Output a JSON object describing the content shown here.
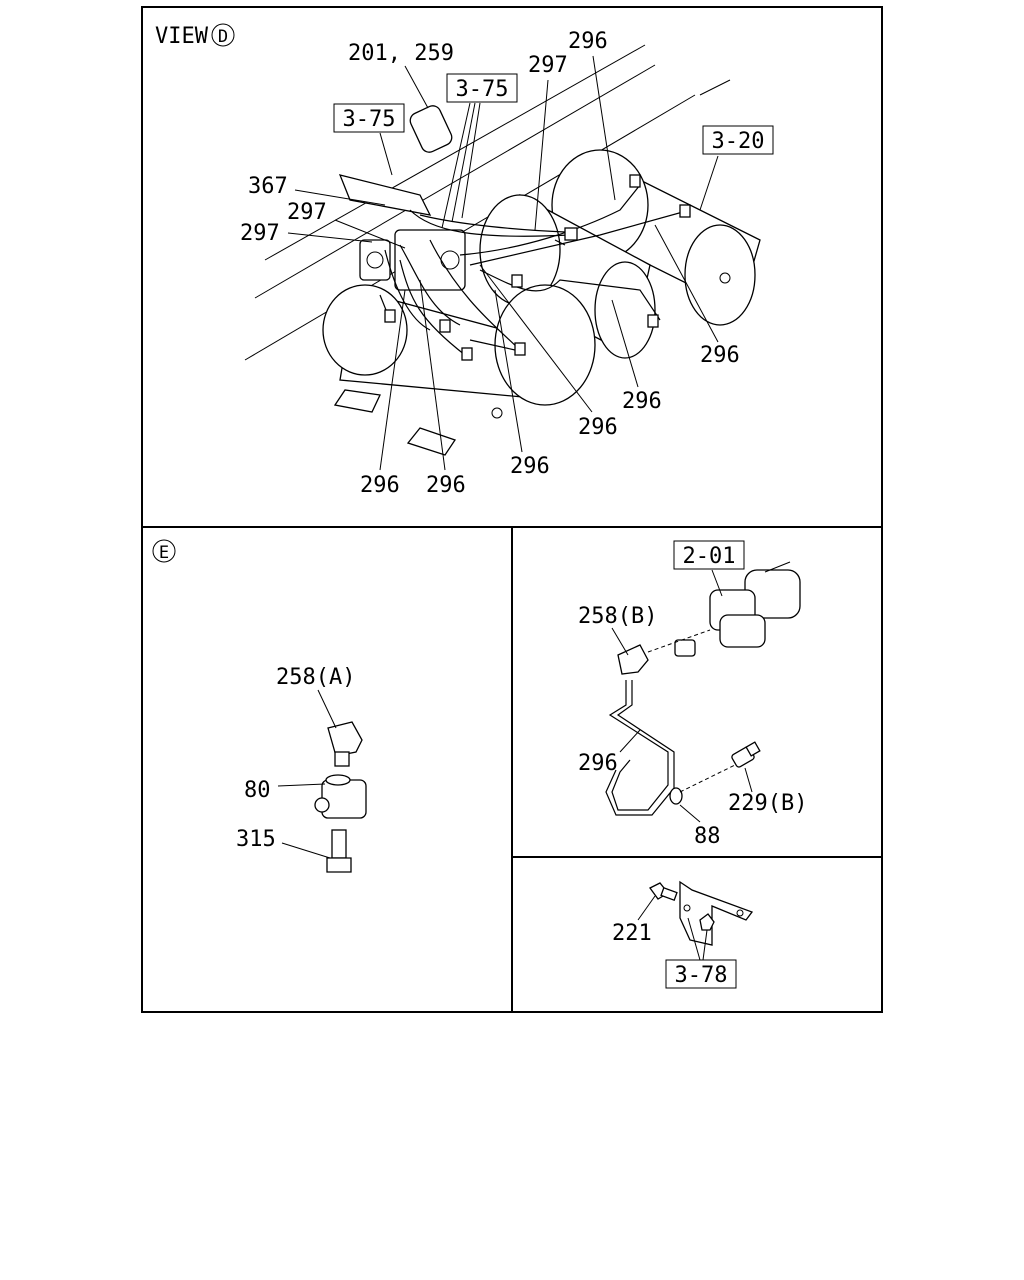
{
  "view_d": {
    "view_label": "VIEW",
    "view_letter": "D",
    "refs": {
      "r1": "3-75",
      "r2": "3-75",
      "r3": "3-20"
    },
    "labels": {
      "l201": "201, 259",
      "l296top": "296",
      "l297top": "297",
      "l367": "367",
      "l297a": "297",
      "l297b": "297",
      "l296r": "296",
      "l296m": "296",
      "l296c": "296",
      "l296d": "296",
      "l296e": "296",
      "l296f": "296"
    }
  },
  "view_e": {
    "view_letter": "E",
    "labels": {
      "l258a": "258(A)",
      "l80": "80",
      "l315": "315"
    }
  },
  "detail_b": {
    "ref": "2-01",
    "labels": {
      "l258b": "258(B)",
      "l296": "296",
      "l88": "88",
      "l229b": "229(B)"
    }
  },
  "detail_c": {
    "ref": "3-78",
    "labels": {
      "l221": "221"
    }
  }
}
